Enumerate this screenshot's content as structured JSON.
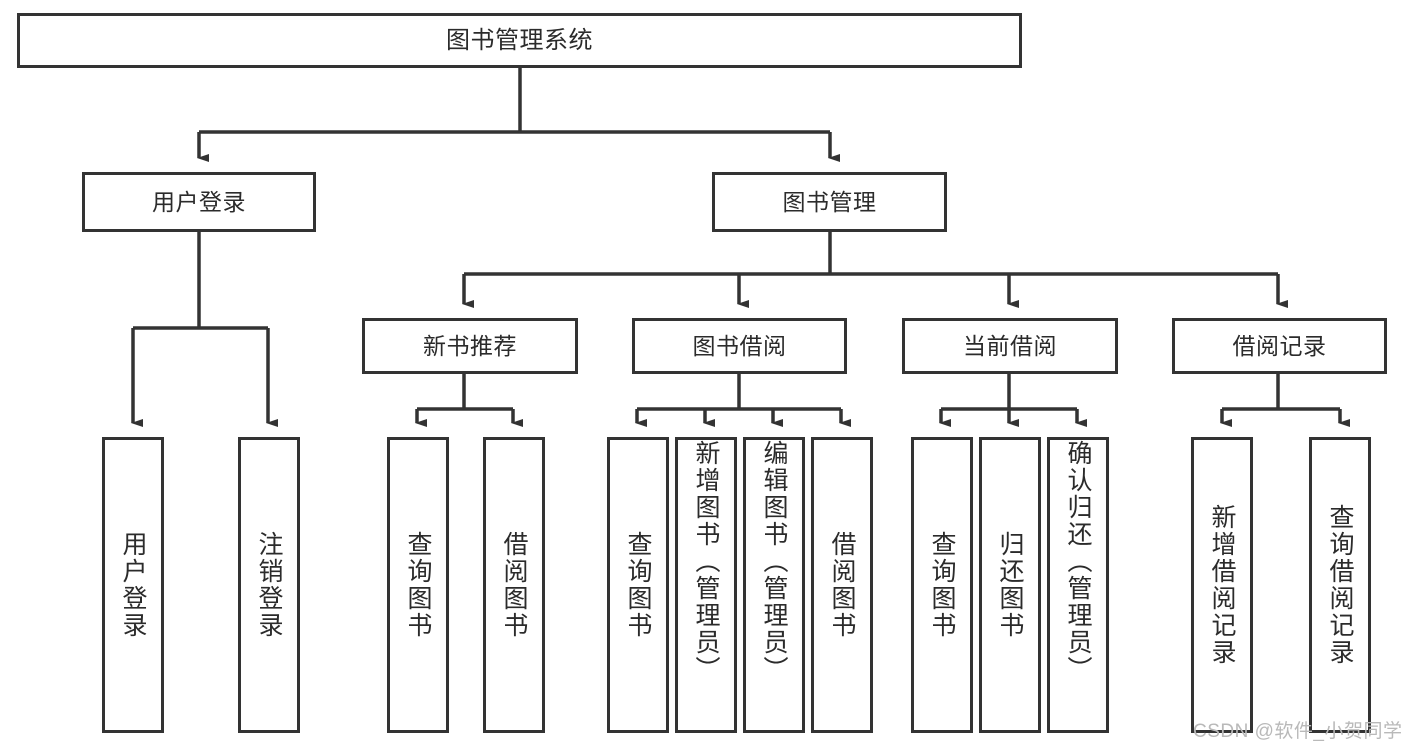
{
  "diagram": {
    "title": "图书管理系统",
    "type": "tree-hierarchy-diagram",
    "watermark": "CSDN @软件_小贺同学",
    "colors": {
      "border": "#333333",
      "background": "#ffffff",
      "text": "#2b2b2b",
      "edge": "#333333",
      "watermark": "#b9b9b9"
    },
    "levels": {
      "root": "图书管理系统",
      "level2": [
        "用户登录",
        "图书管理"
      ],
      "level3": [
        "新书推荐",
        "图书借阅",
        "当前借阅",
        "借阅记录"
      ]
    },
    "nodes": {
      "root": {
        "label": "图书管理系统"
      },
      "user_login": {
        "label": "用户登录"
      },
      "book_manage": {
        "label": "图书管理"
      },
      "new_book_rec": {
        "label": "新书推荐"
      },
      "book_borrow": {
        "label": "图书借阅"
      },
      "current_borrow": {
        "label": "当前借阅"
      },
      "borrow_record": {
        "label": "借阅记录"
      },
      "leaf_user_login": {
        "label": "用户登录"
      },
      "leaf_logout": {
        "label": "注销登录"
      },
      "leaf_query_book_1": {
        "label": "查询图书"
      },
      "leaf_borrow_book_1": {
        "label": "借阅图书"
      },
      "leaf_query_book_2": {
        "label": "查询图书"
      },
      "leaf_add_book_admin": {
        "label": "新增图书（管理员）"
      },
      "leaf_edit_book_admin": {
        "label": "编辑图书（管理员）"
      },
      "leaf_borrow_book_2": {
        "label": "借阅图书"
      },
      "leaf_query_book_3": {
        "label": "查询图书"
      },
      "leaf_return_book": {
        "label": "归还图书"
      },
      "leaf_confirm_return_admin": {
        "label": "确认归还（管理员）"
      },
      "leaf_add_borrow_record": {
        "label": "新增借阅记录"
      },
      "leaf_query_borrow_record": {
        "label": "查询借阅记录"
      }
    },
    "tree": [
      {
        "label": "图书管理系统",
        "children": [
          {
            "label": "用户登录",
            "children": [
              {
                "label": "用户登录"
              },
              {
                "label": "注销登录"
              }
            ]
          },
          {
            "label": "图书管理",
            "children": [
              {
                "label": "新书推荐",
                "children": [
                  {
                    "label": "查询图书"
                  },
                  {
                    "label": "借阅图书"
                  }
                ]
              },
              {
                "label": "图书借阅",
                "children": [
                  {
                    "label": "查询图书"
                  },
                  {
                    "label": "新增图书（管理员）"
                  },
                  {
                    "label": "编辑图书（管理员）"
                  },
                  {
                    "label": "借阅图书"
                  }
                ]
              },
              {
                "label": "当前借阅",
                "children": [
                  {
                    "label": "查询图书"
                  },
                  {
                    "label": "归还图书"
                  },
                  {
                    "label": "确认归还（管理员）"
                  }
                ]
              },
              {
                "label": "借阅记录",
                "children": [
                  {
                    "label": "新增借阅记录"
                  },
                  {
                    "label": "查询借阅记录"
                  }
                ]
              }
            ]
          }
        ]
      }
    ]
  }
}
